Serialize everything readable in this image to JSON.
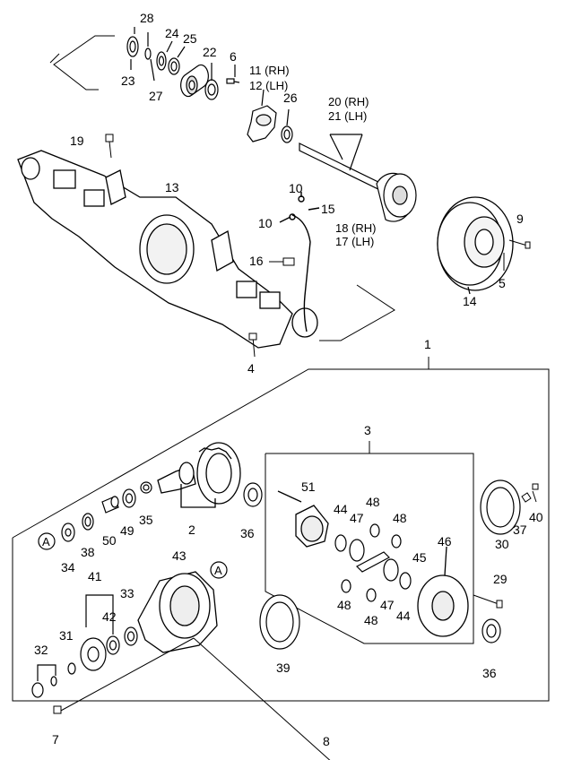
{
  "diagram": {
    "callouts": [
      {
        "id": "c28",
        "text": "28"
      },
      {
        "id": "c24",
        "text": "24"
      },
      {
        "id": "c25",
        "text": "25"
      },
      {
        "id": "c22",
        "text": "22"
      },
      {
        "id": "c6",
        "text": "6"
      },
      {
        "id": "c23",
        "text": "23"
      },
      {
        "id": "c27",
        "text": "27"
      },
      {
        "id": "c11",
        "text": "11 (RH)"
      },
      {
        "id": "c12",
        "text": "12 (LH)"
      },
      {
        "id": "c26",
        "text": "26"
      },
      {
        "id": "c20",
        "text": "20 (RH)"
      },
      {
        "id": "c21",
        "text": "21 (LH)"
      },
      {
        "id": "c19",
        "text": "19"
      },
      {
        "id": "c13",
        "text": "13"
      },
      {
        "id": "c10a",
        "text": "10"
      },
      {
        "id": "c15",
        "text": "15"
      },
      {
        "id": "c10b",
        "text": "10"
      },
      {
        "id": "c18",
        "text": "18 (RH)"
      },
      {
        "id": "c17",
        "text": "17 (LH)"
      },
      {
        "id": "c16",
        "text": "16"
      },
      {
        "id": "c9",
        "text": "9"
      },
      {
        "id": "c14",
        "text": "14"
      },
      {
        "id": "c5",
        "text": "5"
      },
      {
        "id": "c4",
        "text": "4"
      },
      {
        "id": "c1",
        "text": "1"
      },
      {
        "id": "c3",
        "text": "3"
      },
      {
        "id": "c51",
        "text": "51"
      },
      {
        "id": "c48a",
        "text": "48"
      },
      {
        "id": "c44a",
        "text": "44"
      },
      {
        "id": "c47a",
        "text": "47"
      },
      {
        "id": "c48b",
        "text": "48"
      },
      {
        "id": "c46",
        "text": "46"
      },
      {
        "id": "c45",
        "text": "45"
      },
      {
        "id": "c48c",
        "text": "48"
      },
      {
        "id": "c47b",
        "text": "47"
      },
      {
        "id": "c44b",
        "text": "44"
      },
      {
        "id": "c48d",
        "text": "48"
      },
      {
        "id": "c29",
        "text": "29"
      },
      {
        "id": "c36a",
        "text": "36"
      },
      {
        "id": "c36b",
        "text": "36"
      },
      {
        "id": "c30",
        "text": "30"
      },
      {
        "id": "c37",
        "text": "37"
      },
      {
        "id": "c40",
        "text": "40"
      },
      {
        "id": "c2",
        "text": "2"
      },
      {
        "id": "c35",
        "text": "35"
      },
      {
        "id": "c49",
        "text": "49"
      },
      {
        "id": "c50",
        "text": "50"
      },
      {
        "id": "c38",
        "text": "38"
      },
      {
        "id": "c34",
        "text": "34"
      },
      {
        "id": "c43",
        "text": "43"
      },
      {
        "id": "c41",
        "text": "41"
      },
      {
        "id": "c42",
        "text": "42"
      },
      {
        "id": "c33",
        "text": "33"
      },
      {
        "id": "c31",
        "text": "31"
      },
      {
        "id": "c32",
        "text": "32"
      },
      {
        "id": "c39",
        "text": "39"
      },
      {
        "id": "c7",
        "text": "7"
      },
      {
        "id": "c8",
        "text": "8"
      }
    ],
    "ref_marks": [
      {
        "id": "refA1",
        "text": "A"
      },
      {
        "id": "refA2",
        "text": "A"
      }
    ]
  }
}
